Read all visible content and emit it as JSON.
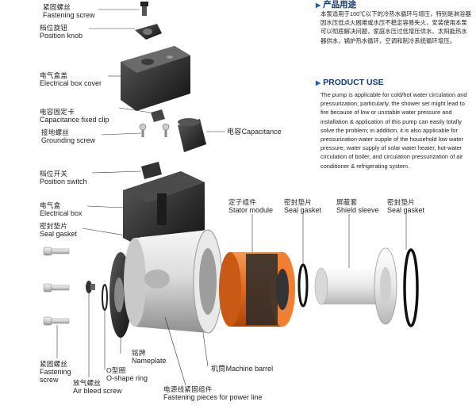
{
  "labels": {
    "fastening_screw_top": {
      "cn": "紧固螺丝",
      "en": "Fastening screw"
    },
    "position_knob": {
      "cn": "档位旋钮",
      "en": "Position knob"
    },
    "electrical_box_cover": {
      "cn": "电气盒盖",
      "en": "Electrical box cover"
    },
    "capacitance_clip": {
      "cn": "电容固定卡",
      "en": "Capacitance fixed clip"
    },
    "grounding_screw": {
      "cn": "接地螺丝",
      "en": "Grounding screw"
    },
    "capacitance": {
      "cn": "电容",
      "en": "Capacitance"
    },
    "position_switch": {
      "cn": "档位开关",
      "en": "Position switch"
    },
    "electrical_box": {
      "cn": "电气盒",
      "en": "Electrical box"
    },
    "seal_gasket_left": {
      "cn": "密封垫片",
      "en": "Seal gasket"
    },
    "stator_module": {
      "cn": "定子组件",
      "en": "Stator module"
    },
    "seal_gasket_mid": {
      "cn": "密封垫片",
      "en": "Seal gasket"
    },
    "shield_sleeve": {
      "cn": "屏蔽套",
      "en": "Shield sleeve"
    },
    "seal_gasket_right": {
      "cn": "密封垫片",
      "en": "Seal gasket"
    },
    "nameplate": {
      "cn": "铭牌",
      "en": "Nameplate"
    },
    "o_ring": {
      "cn": "O型圈",
      "en": "O-shape ring"
    },
    "machine_barrel": {
      "cn": "机筒",
      "en": "Machine barrel"
    },
    "fastening_screw_bottom": {
      "cn": "紧固螺丝",
      "en": "Fastening screw"
    },
    "air_bleed_screw": {
      "cn": "放气螺丝",
      "en": "Air bleed screw"
    },
    "fastening_pieces": {
      "cn": "电源线紧固组件",
      "en": "Fastening pieces for power line"
    }
  },
  "info": {
    "cn_heading": "产品用途",
    "cn_text": "本泵适用于100℃以下的冷热水循环与增压，特别是淋浴器因水压低点火困难或水压不稳定容易失火，安装使用本泵可以彻底解决问题，家庭水压过低增压供水、太阳能热水器供水，锅炉热水循环，空调和制冷系统循环增压。",
    "en_heading": "PRODUCT USE",
    "en_text": "The pump is applicable for cold/hot water circulation and pressurization; particularly, the shower set might lead to fire because of low or unstable water pressure and installation & application of this pump can easily totally solve the problem; in addition, it is also applicable for pressurization water supple of the household low water pressure, water supply of solar water heater, hot-water circulation of boiler, and circulation pressurization of air conditioner & refrigerating system."
  },
  "colors": {
    "accent": "#1f5fb8",
    "heading": "#123a78",
    "stator": "#e0691d"
  }
}
